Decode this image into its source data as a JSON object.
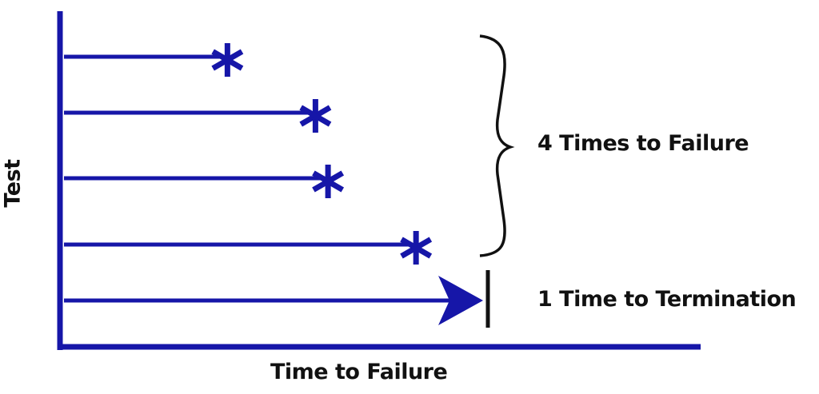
{
  "diagram": {
    "y_axis_label": "Test",
    "x_axis_label": "Time to Failure",
    "failure_label": "4 Times to Failure",
    "termination_label": "1 Time to Termination",
    "colors": {
      "line": "#1616a8",
      "bracket": "#111111"
    },
    "tests": [
      {
        "outcome": "failure",
        "marker": "asterisk-icon",
        "relative_time": 0.39
      },
      {
        "outcome": "failure",
        "marker": "asterisk-icon",
        "relative_time": 0.6
      },
      {
        "outcome": "failure",
        "marker": "asterisk-icon",
        "relative_time": 0.63
      },
      {
        "outcome": "failure",
        "marker": "asterisk-icon",
        "relative_time": 0.84
      },
      {
        "outcome": "termination",
        "marker": "arrow-bar-icon",
        "relative_time": 1.0
      }
    ]
  }
}
